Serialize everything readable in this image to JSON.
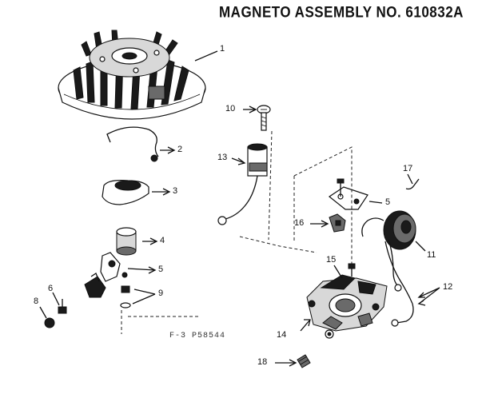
{
  "title": "MAGNETO ASSEMBLY NO. 610832A",
  "figure_id": "F-3 P58544",
  "callouts": {
    "c1": "1",
    "c2": "2",
    "c3": "3",
    "c4": "4",
    "c5a": "5",
    "c5b": "5",
    "c6": "6",
    "c8": "8",
    "c9": "9",
    "c10": "10",
    "c11": "11",
    "c12": "12",
    "c13": "13",
    "c14": "14",
    "c15": "15",
    "c16": "16",
    "c17": "17",
    "c18": "18"
  }
}
